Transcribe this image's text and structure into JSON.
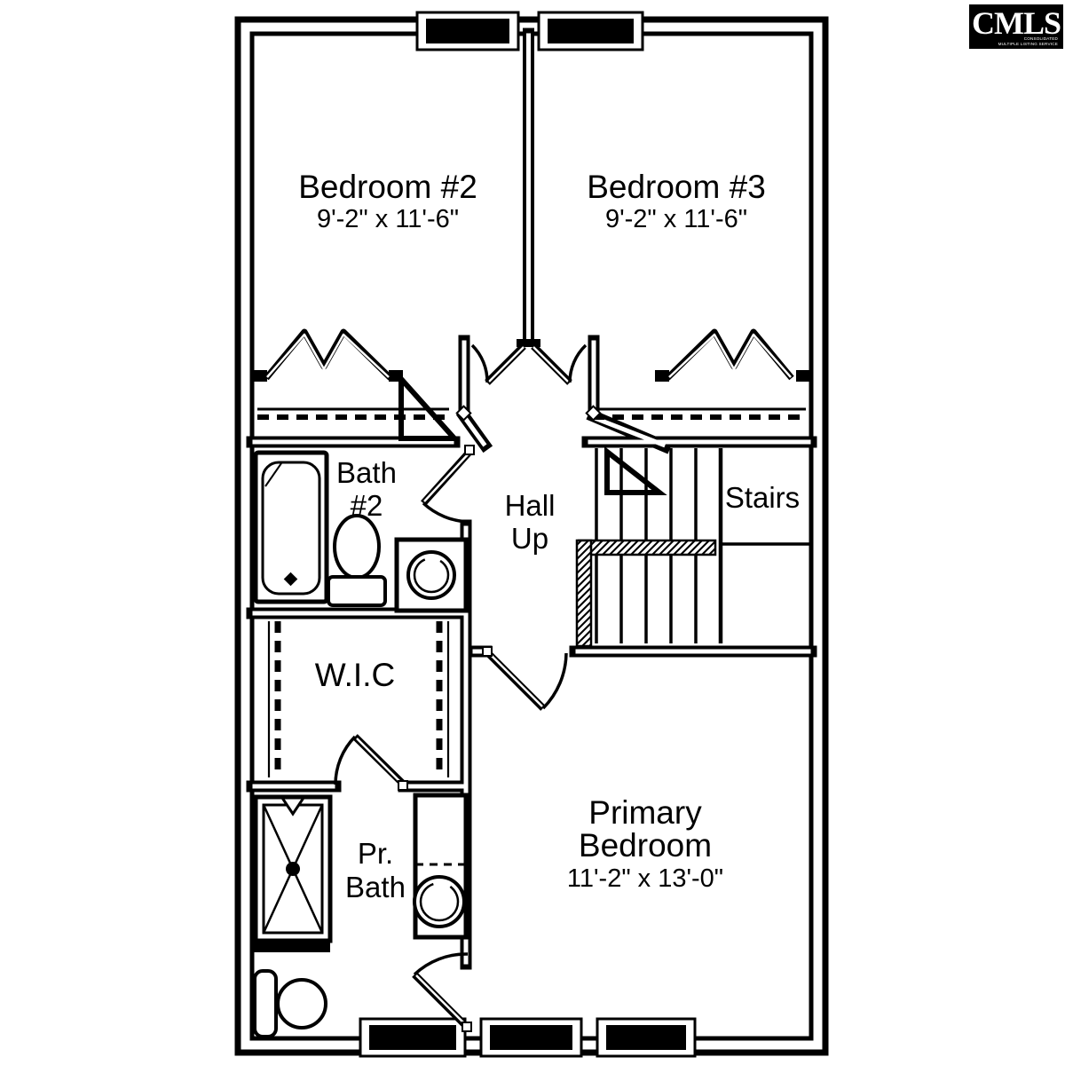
{
  "watermark": {
    "logo": "CMLS",
    "tagline_line1": "CONSOLIDATED",
    "tagline_line2": "MULTIPLE LISTING SERVICE"
  },
  "colors": {
    "ink": "#000000",
    "paper": "#ffffff"
  },
  "rooms": {
    "bedroom2": {
      "name": "Bedroom #2",
      "dims": "9'-2\" x 11'-6\""
    },
    "bedroom3": {
      "name": "Bedroom #3",
      "dims": "9'-2\" x 11'-6\""
    },
    "bath2": {
      "line1": "Bath",
      "line2": "#2"
    },
    "hall": {
      "line1": "Hall",
      "line2": "Up"
    },
    "stairs": {
      "name": "Stairs"
    },
    "wic": {
      "name": "W.I.C"
    },
    "prbath": {
      "line1": "Pr.",
      "line2": "Bath"
    },
    "primary": {
      "line1": "Primary",
      "line2": "Bedroom",
      "dims": "11'-2\" x 13'-0\""
    }
  }
}
